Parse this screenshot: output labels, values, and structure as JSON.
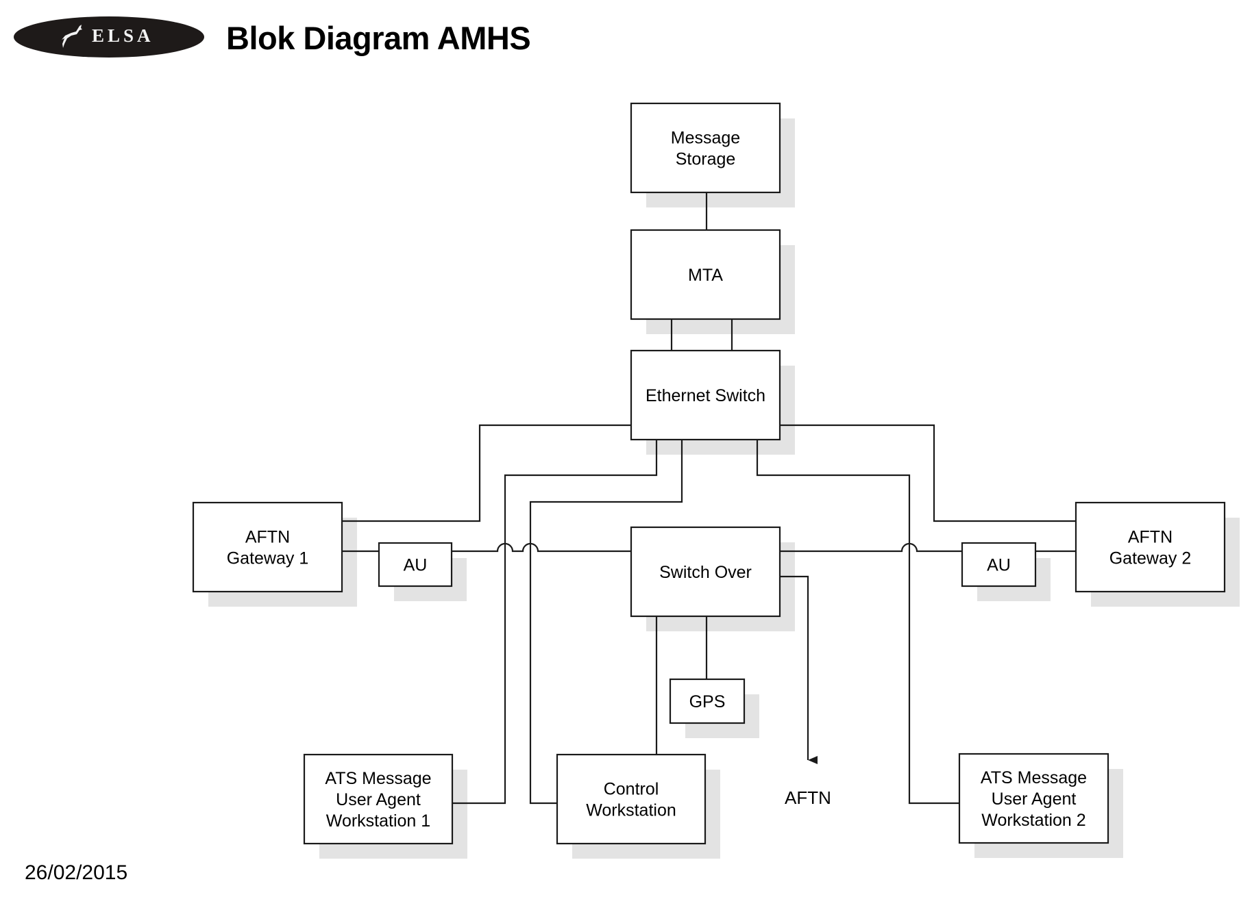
{
  "header": {
    "logo_text": "ELSA",
    "title": "Blok Diagram AMHS"
  },
  "footer": {
    "date": "26/02/2015"
  },
  "colors": {
    "line": "#1a1a1a",
    "box_fill": "#ffffff",
    "shadow": "#e3e3e3",
    "logo_bg": "#1e1a19"
  },
  "nodes": [
    {
      "id": "message-storage",
      "lines": [
        "Message",
        "Storage"
      ]
    },
    {
      "id": "mta",
      "lines": [
        "MTA"
      ]
    },
    {
      "id": "ethernet-switch",
      "lines": [
        "Ethernet Switch"
      ]
    },
    {
      "id": "aftn-gateway-1",
      "lines": [
        "AFTN",
        "Gateway 1"
      ]
    },
    {
      "id": "au-1",
      "lines": [
        "AU"
      ]
    },
    {
      "id": "switch-over",
      "lines": [
        "Switch Over"
      ]
    },
    {
      "id": "au-2",
      "lines": [
        "AU"
      ]
    },
    {
      "id": "aftn-gateway-2",
      "lines": [
        "AFTN",
        "Gateway 2"
      ]
    },
    {
      "id": "gps",
      "lines": [
        "GPS"
      ]
    },
    {
      "id": "ats-ua-ws-1",
      "lines": [
        "ATS Message",
        "User Agent",
        "Workstation 1"
      ]
    },
    {
      "id": "control-workstation",
      "lines": [
        "Control",
        "Workstation"
      ]
    },
    {
      "id": "ats-ua-ws-2",
      "lines": [
        "ATS Message",
        "User Agent",
        "Workstation 2"
      ]
    }
  ],
  "external": {
    "aftn_label": "AFTN"
  },
  "edges": [
    {
      "from": "message-storage",
      "to": "mta"
    },
    {
      "from": "mta",
      "to": "ethernet-switch"
    },
    {
      "from": "mta",
      "to": "ethernet-switch"
    },
    {
      "from": "ethernet-switch",
      "to": "aftn-gateway-1"
    },
    {
      "from": "ethernet-switch",
      "to": "ats-ua-ws-1"
    },
    {
      "from": "ethernet-switch",
      "to": "control-workstation"
    },
    {
      "from": "ethernet-switch",
      "to": "ats-ua-ws-2"
    },
    {
      "from": "ethernet-switch",
      "to": "aftn-gateway-2"
    },
    {
      "from": "aftn-gateway-1",
      "to": "au-1"
    },
    {
      "from": "au-1",
      "to": "switch-over"
    },
    {
      "from": "switch-over",
      "to": "au-2"
    },
    {
      "from": "au-2",
      "to": "aftn-gateway-2"
    },
    {
      "from": "switch-over",
      "to": "gps"
    },
    {
      "from": "switch-over",
      "to": "control-workstation"
    },
    {
      "from": "switch-over",
      "to": "AFTN",
      "arrow": true
    }
  ]
}
